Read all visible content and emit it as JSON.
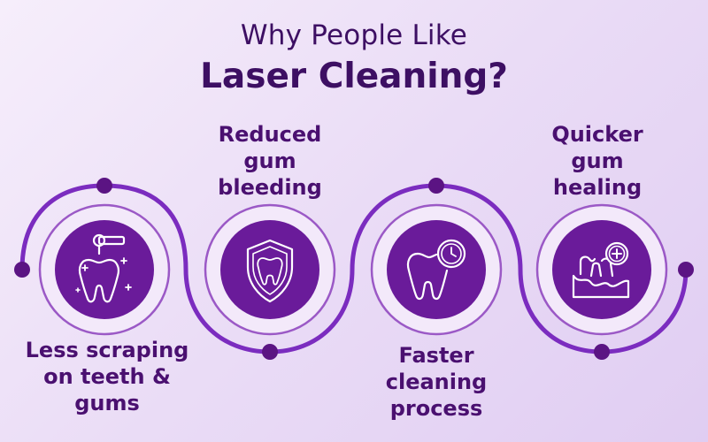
{
  "title": {
    "line1": "Why People Like",
    "line2": "Laser Cleaning?"
  },
  "benefits": [
    {
      "label": "Less scraping\non teeth &\ngums",
      "icon": "tooth-laser-icon"
    },
    {
      "label": "Reduced\ngum\nbleeding",
      "icon": "tooth-shield-icon"
    },
    {
      "label": "Faster\ncleaning\nprocess",
      "icon": "tooth-clock-icon"
    },
    {
      "label": "Quicker\ngum\nhealing",
      "icon": "gum-healing-icon"
    }
  ],
  "colors": {
    "primary": "#6a1b9a",
    "dark": "#4a1070",
    "line": "#7b2cbf",
    "ring": "#9b59c6",
    "background": "#ede1f7"
  }
}
